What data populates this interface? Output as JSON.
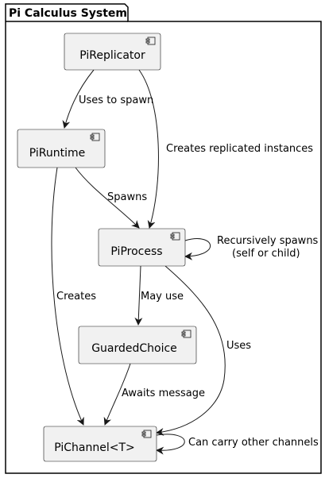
{
  "package": {
    "title": "Pi Calculus System"
  },
  "components": {
    "pireplicator": "PiReplicator",
    "piruntime": "PiRuntime",
    "piprocess": "PiProcess",
    "guardedchoice": "GuardedChoice",
    "pichannel": "PiChannel<T>"
  },
  "edges": {
    "uses_to_spawn": "Uses to spawn",
    "creates_replicated": "Creates replicated instances",
    "spawns": "Spawns",
    "recursive_line1": "Recursively spawns",
    "recursive_line2": "(self or child)",
    "creates": "Creates",
    "may_use": "May use",
    "uses": "Uses",
    "awaits_message": "Awaits message",
    "carry_channels": "Can carry other channels"
  },
  "colors": {
    "box_fill": "#f1f1f1",
    "stroke": "#181818"
  }
}
